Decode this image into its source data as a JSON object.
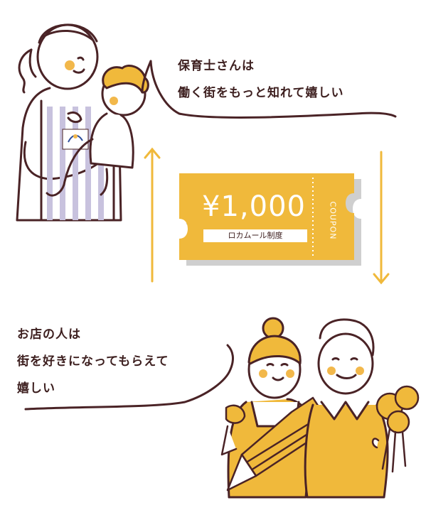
{
  "caregiver_message": {
    "line1": "保育士さんは",
    "line2": "働く街をもっと知れて嬉しい"
  },
  "shop_message": {
    "line1": "お店の人は",
    "line2": "街を好きになってもらえて",
    "line3": "嬉しい"
  },
  "coupon": {
    "amount": "¥1,000",
    "label": "ロカムール制度",
    "side_text": "COUPON"
  },
  "colors": {
    "accent": "#f0b93b",
    "outline": "#4a2326",
    "apron_stripe": "#b9b3d3",
    "cheek": "#f2b84b",
    "arrow": "#f0b93b"
  }
}
